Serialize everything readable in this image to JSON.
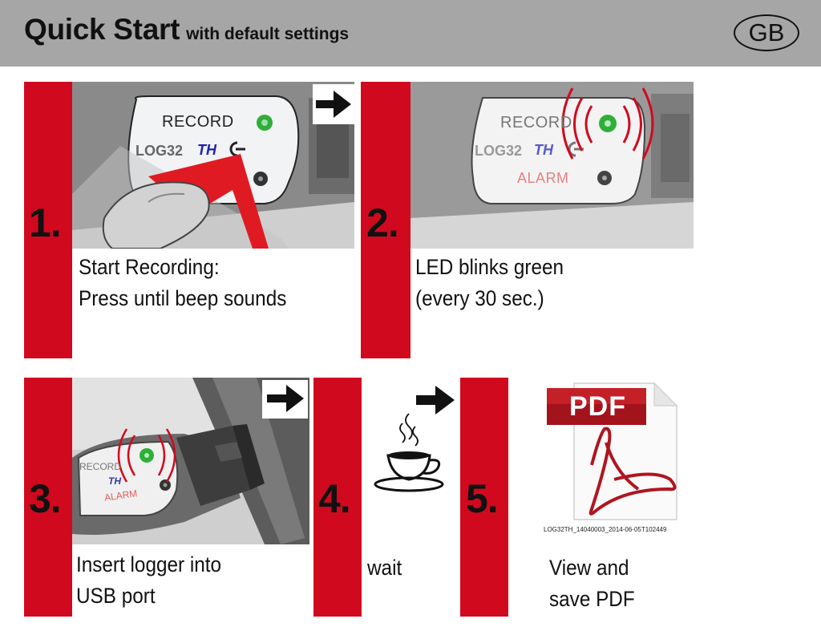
{
  "header": {
    "title": "Quick Start",
    "subtitle": "with default settings",
    "badge": "GB"
  },
  "device_labels": {
    "record": "RECORD",
    "model": "LOG32",
    "model_suffix": "TH",
    "alarm": "ALARM"
  },
  "steps": [
    {
      "number": "1.",
      "caption_line1": "Start Recording:",
      "caption_line2": "Press until beep sounds"
    },
    {
      "number": "2.",
      "caption_line1": "LED blinks green",
      "caption_line2": "(every 30 sec.)"
    },
    {
      "number": "3.",
      "caption_line1": "Insert logger into",
      "caption_line2": "USB port"
    },
    {
      "number": "4.",
      "caption_line1": "wait",
      "caption_line2": ""
    },
    {
      "number": "5.",
      "caption_line1": "View and",
      "caption_line2": "save PDF"
    }
  ],
  "pdf_icon": {
    "label": "PDF",
    "filename": "LOG32TH_14040003_2014-06-05T102449"
  },
  "colors": {
    "accent_red": "#d0091f",
    "header_gray": "#a6a6a6",
    "led_green": "#2fae3a"
  }
}
